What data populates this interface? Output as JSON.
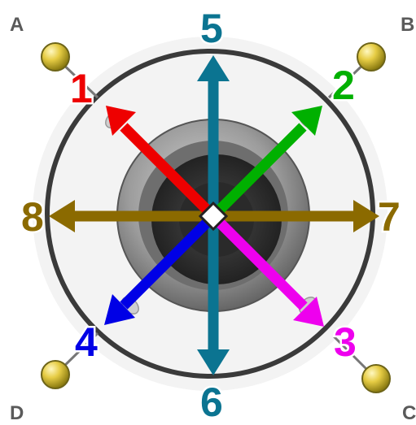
{
  "corners": [
    {
      "id": "A",
      "label": "A"
    },
    {
      "id": "B",
      "label": "B"
    },
    {
      "id": "C",
      "label": "C"
    },
    {
      "id": "D",
      "label": "D"
    }
  ],
  "directions": [
    {
      "label": "1",
      "color": "#ee0000"
    },
    {
      "label": "2",
      "color": "#00b000"
    },
    {
      "label": "3",
      "color": "#ee00ee"
    },
    {
      "label": "4",
      "color": "#0000e6"
    },
    {
      "label": "5",
      "color": "#0b7491"
    },
    {
      "label": "6",
      "color": "#0b7491"
    },
    {
      "label": "7",
      "color": "#8b6a00"
    },
    {
      "label": "8",
      "color": "#8b6a00"
    }
  ],
  "colors": {
    "ring": "#3a3a3a",
    "knob_outer": "#8a8a8a",
    "knob_inner": "#3c3c3c",
    "ball": "#e8d050"
  }
}
